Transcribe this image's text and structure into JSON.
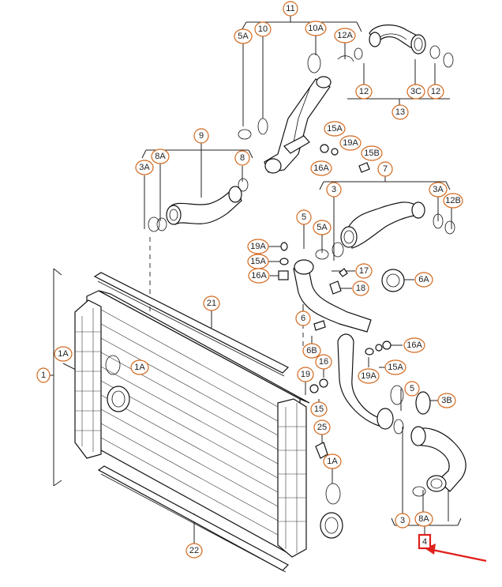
{
  "labels": {
    "l11": "11",
    "l5A_top": "5A",
    "l10": "10",
    "l10A": "10A",
    "l12A": "12A",
    "l12_top": "12",
    "l3C": "3C",
    "l12_right": "12",
    "l13": "13",
    "l9": "9",
    "l3A_left": "3A",
    "l8A_left": "8A",
    "l8_left": "8",
    "l15A_top": "15A",
    "l19A_top": "19A",
    "l15B": "15B",
    "l16A_top": "16A",
    "l7": "7",
    "l3_mid": "3",
    "l3A_right": "3A",
    "l12B": "12B",
    "l5_mid": "5",
    "l5A_mid": "5A",
    "l19A_left": "19A",
    "l15A_left": "15A",
    "l16A_left": "16A",
    "l17": "17",
    "l18": "18",
    "l6A": "6A",
    "l6": "6",
    "l6B": "6B",
    "l16A_right": "16A",
    "l15A_right": "15A",
    "l19A_right": "19A",
    "l21": "21",
    "l1A_top": "1A",
    "l1A_mid": "1A",
    "l1": "1",
    "l19": "19",
    "l16": "16",
    "l15": "15",
    "l5_low": "5",
    "l3B": "3B",
    "l25": "25",
    "l1A_low": "1A",
    "l22": "22",
    "l3_low": "3",
    "l8A_low": "8A",
    "l4": "4"
  },
  "highlight": {
    "color": "#e0201a",
    "target": "4"
  },
  "colors": {
    "label_border": "#d2691e",
    "arrow": "#e0201a"
  }
}
